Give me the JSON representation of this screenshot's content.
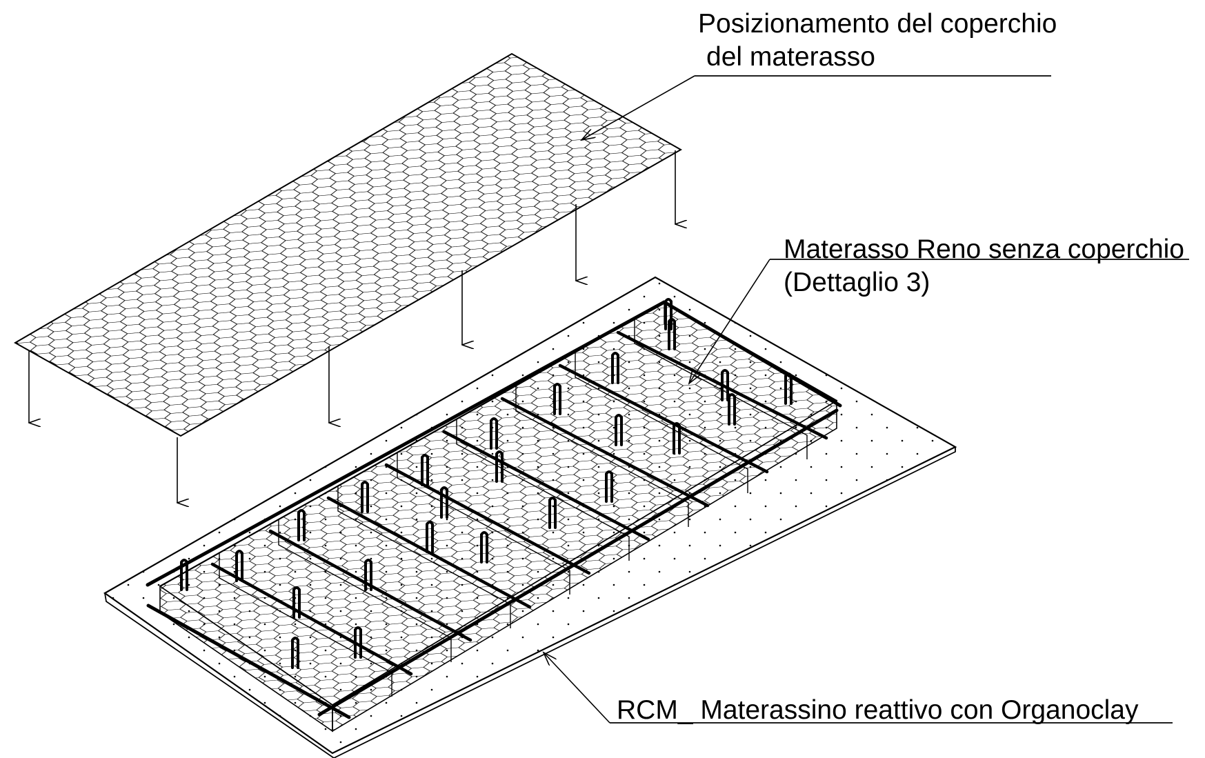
{
  "labels": {
    "cover_line1": "Posizionamento del coperchio",
    "cover_line2": "del materasso",
    "mattress_line1": "Materasso Reno senza coperchio",
    "mattress_line2": "(Dettaglio 3)",
    "rcm": "RCM_ Materassino reattivo con Organoclay"
  },
  "colors": {
    "ink": "#000000",
    "paper": "#ffffff"
  }
}
